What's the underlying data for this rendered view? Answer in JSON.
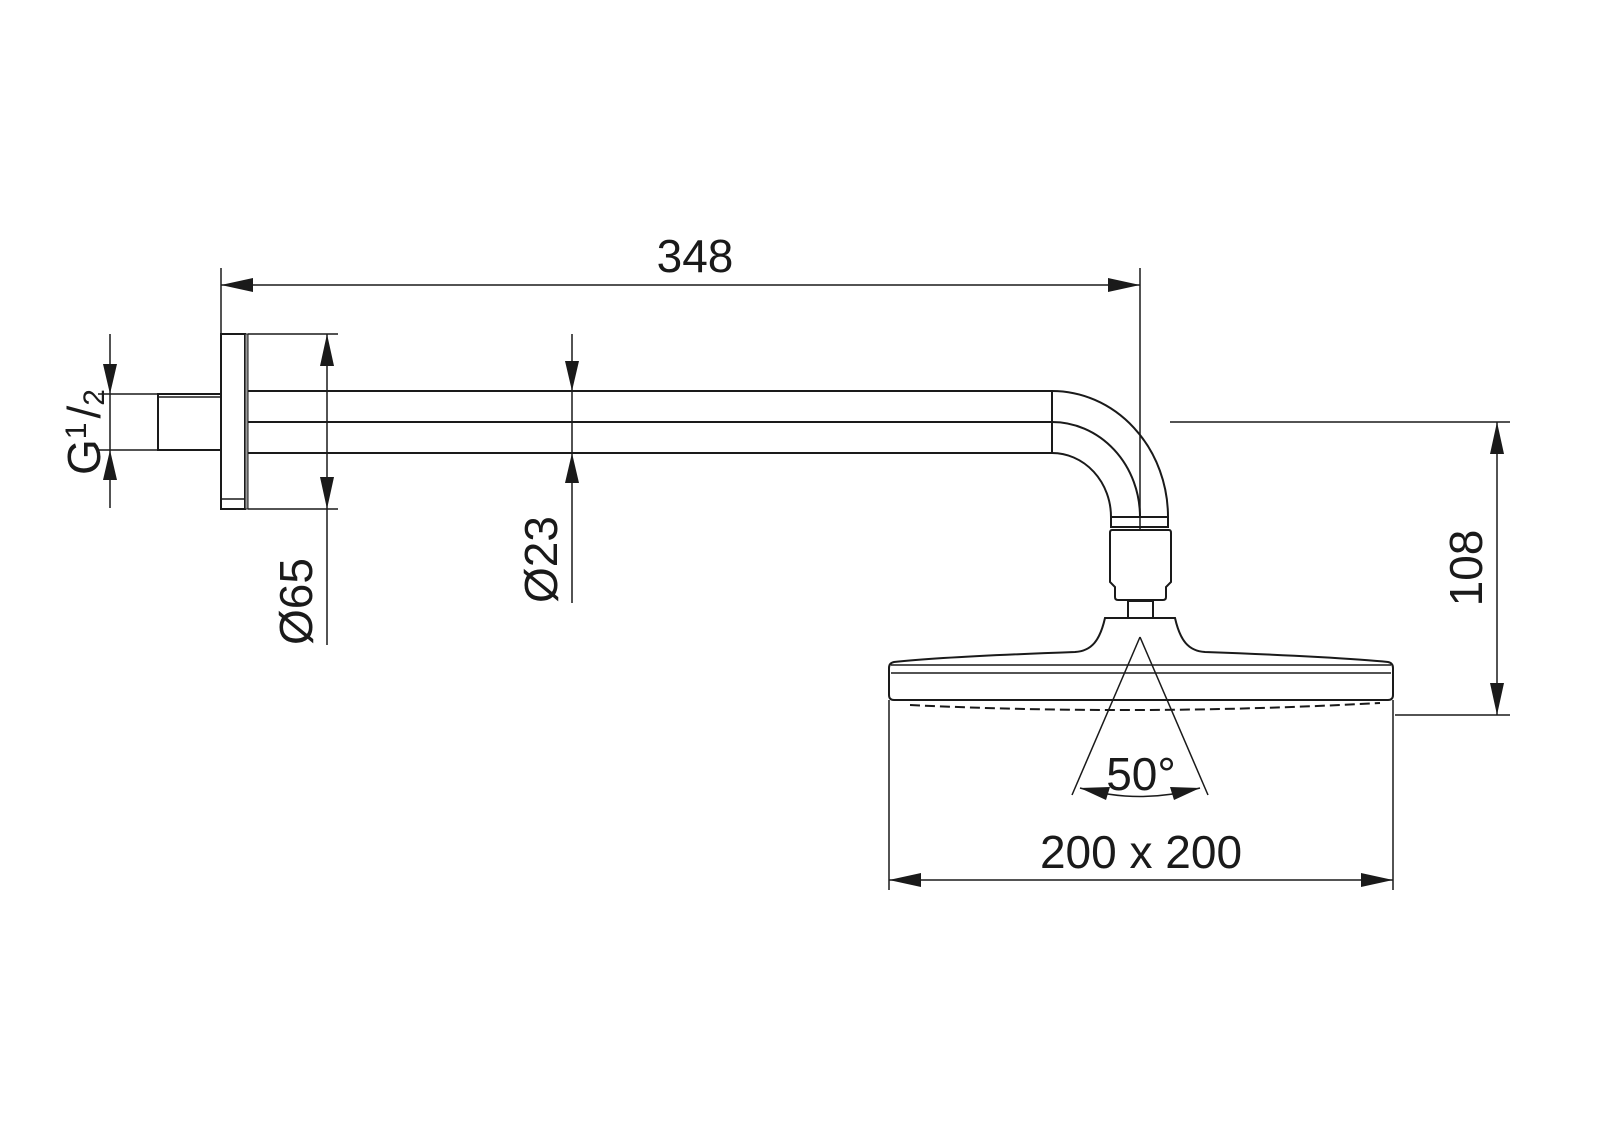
{
  "drawing": {
    "colors": {
      "line": "#1a1a1a",
      "background": "#ffffff"
    },
    "dimensions": {
      "arm_length": "348",
      "flange_diameter": "Ø65",
      "pipe_diameter": "Ø23",
      "height_drop": "108",
      "head_size": "200 x 200",
      "spray_angle": "50°",
      "thread": {
        "letter": "G",
        "num": "1",
        "slash": "/",
        "den": "2"
      }
    }
  }
}
